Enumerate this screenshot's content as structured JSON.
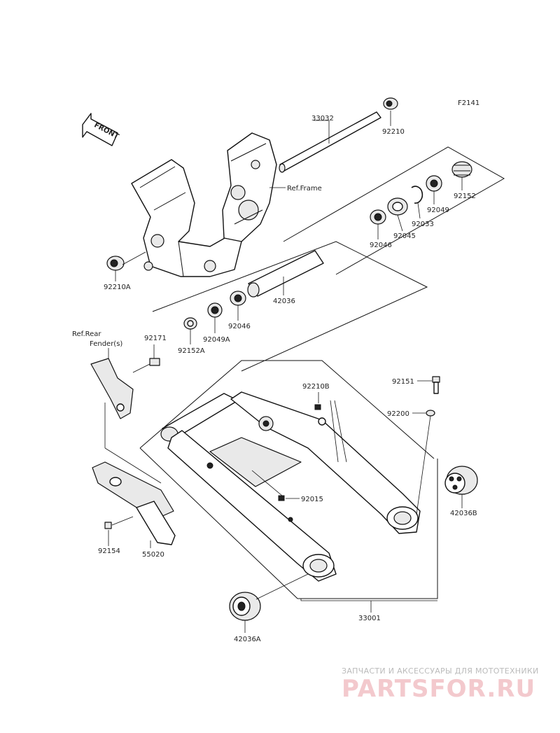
{
  "figure_code": "F2141",
  "front_label": "FRONT",
  "refs": {
    "frame": "Ref.Frame",
    "rear_fender_line1": "Ref.Rear",
    "rear_fender_line2": "Fender(s)"
  },
  "parts": {
    "p33032": "33032",
    "p92210": "92210",
    "p92152": "92152",
    "p92049": "92049",
    "p92033": "92033",
    "p92045": "92045",
    "p92046_upper": "92046",
    "p92210A": "92210A",
    "p42036": "42036",
    "p92046_lower": "92046",
    "p92049A": "92049A",
    "p92152A": "92152A",
    "p92171": "92171",
    "p92151": "92151",
    "p92210B": "92210B",
    "p92200": "92200",
    "p42036B": "42036B",
    "p92015": "92015",
    "p92154": "92154",
    "p55020": "55020",
    "p33001": "33001",
    "p42036A": "42036A"
  },
  "watermark": {
    "tagline": "ЗАПЧАСТИ И АКСЕССУАРЫ ДЛЯ МОТОТЕХНИКИ",
    "brand": "PARTSFOR.RU"
  }
}
